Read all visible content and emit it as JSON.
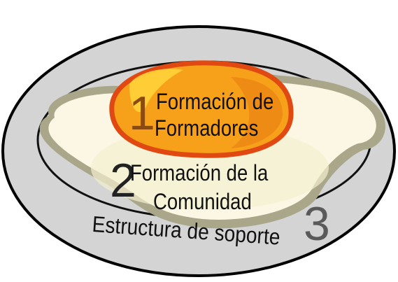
{
  "colors": {
    "plate_outer": "#d4d4d4",
    "plate_rim": "#000000",
    "egg_white": "#fbf7e4",
    "egg_white_edge": "#a9a68a",
    "yolk": "#f7a01a",
    "yolk_edge": "#e04a12",
    "yolk_highlight": "#ffd23a"
  },
  "layers": [
    {
      "number": "1",
      "line1": "Formación de",
      "line2": "Formadores"
    },
    {
      "number": "2",
      "line1": "Formación de la",
      "line2": "Comunidad"
    },
    {
      "number": "3",
      "line1": "Estructura de soporte"
    }
  ]
}
